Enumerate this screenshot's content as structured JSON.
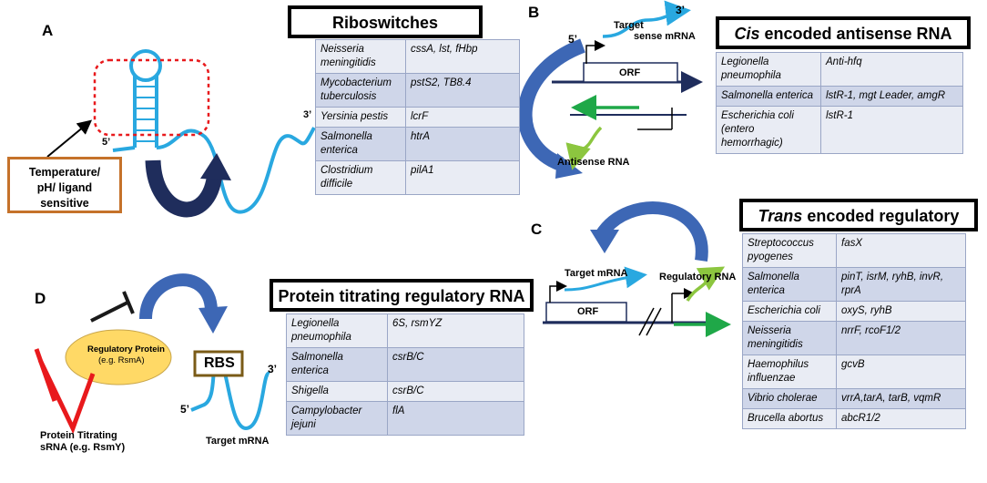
{
  "panels": {
    "a": "A",
    "b": "B",
    "c": "C",
    "d": "D"
  },
  "riboswitches": {
    "title": "Riboswitches",
    "sensor_lines": [
      "Temperature/",
      "pH/ ligand",
      "sensitive"
    ],
    "five_prime": "5’",
    "three_prime": "3’",
    "rows": [
      {
        "organism": "Neisseria meningitidis",
        "genes": "cssA, lst, fHbp"
      },
      {
        "organism": "Mycobacterium tuberculosis",
        "genes": "pstS2, TB8.4"
      },
      {
        "organism": "Yersinia pestis",
        "genes": "lcrF"
      },
      {
        "organism": "Salmonella enterica",
        "genes": "htrA"
      },
      {
        "organism": "Clostridium difficile",
        "genes": "pilA1"
      }
    ]
  },
  "cis": {
    "title_em": "Cis",
    "title_rest": " encoded antisense RNA",
    "five_prime": "5’",
    "three_prime": "3’",
    "target_label": "Target",
    "sense_label": "sense mRNA",
    "orf_label": "ORF",
    "antisense_label": "Antisense RNA",
    "rows": [
      {
        "organism": "Legionella pneumophila",
        "genes": "Anti-hfq"
      },
      {
        "organism": "Salmonella enterica",
        "genes": "lstR-1, mgt Leader, amgR"
      },
      {
        "organism": "Escherichia coli (entero hemorrhagic)",
        "genes": "lstR-1"
      }
    ]
  },
  "trans": {
    "title_em": "Trans",
    "title_rest": " encoded regulatory RNA",
    "target_label": "Target mRNA",
    "regulatory_label": "Regulatory RNA",
    "orf_label": "ORF",
    "rows": [
      {
        "organism": "Streptococcus pyogenes",
        "genes": "fasX"
      },
      {
        "organism": "Salmonella enterica",
        "genes": "pinT, isrM, ryhB, invR, rprA"
      },
      {
        "organism": "Escherichia coli",
        "genes": "oxyS, ryhB"
      },
      {
        "organism": "Neisseria meningitidis",
        "genes": "nrrF, rcoF1/2"
      },
      {
        "organism": "Haemophilus influenzae",
        "genes": "gcvB"
      },
      {
        "organism": "Vibrio cholerae",
        "genes": "vrrA,tarA, tarB, vqmR"
      },
      {
        "organism": "Brucella abortus",
        "genes": "abcR1/2"
      }
    ]
  },
  "protein": {
    "title": "Protein titrating regulatory RNA",
    "regulatory_protein": "Regulatory Protein",
    "regulatory_protein_eg": "(e.g. RsmA)",
    "rbs_label": "RBS",
    "three_prime": "3’",
    "five_prime": "5’",
    "target_label": "Target mRNA",
    "srna_line1": "Protein Titrating",
    "srna_line2": "sRNA (e.g. RsmY)",
    "rows": [
      {
        "organism": "Legionella pneumophila",
        "genes": "6S, rsmYZ"
      },
      {
        "organism": "Salmonella enterica",
        "genes": "csrB/C"
      },
      {
        "organism": "Shigella",
        "genes": "csrB/C"
      },
      {
        "organism": "Campylobacter jejuni",
        "genes": "flA"
      }
    ]
  },
  "colors": {
    "rna_blue": "#29a8e0",
    "arrow_navy": "#1f2d5c",
    "arrow_blue": "#3d67b5",
    "green": "#1fa848",
    "light_green": "#8cc63f",
    "red": "#e8191c",
    "orange": "#c5722a"
  }
}
